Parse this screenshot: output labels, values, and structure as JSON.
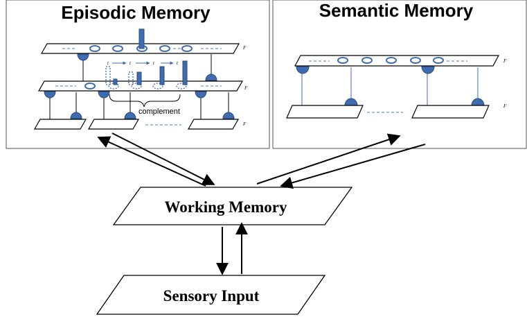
{
  "panels": {
    "episodic": {
      "title": "Episodic Memory",
      "complement_label": "complement",
      "layer_labels": [
        "F",
        "F",
        "F"
      ],
      "time_labels": [
        "t",
        "t",
        "t",
        "t"
      ]
    },
    "semantic": {
      "title": "Semantic Memory",
      "layer_labels": [
        "F",
        "F"
      ]
    }
  },
  "boxes": {
    "working_memory": "Working Memory",
    "sensory_input": "Sensory Input"
  },
  "colors": {
    "node_fill": "#3f6cae",
    "node_stroke": "#2a4c80",
    "line": "#000000",
    "dashed": "#4a78b8"
  }
}
